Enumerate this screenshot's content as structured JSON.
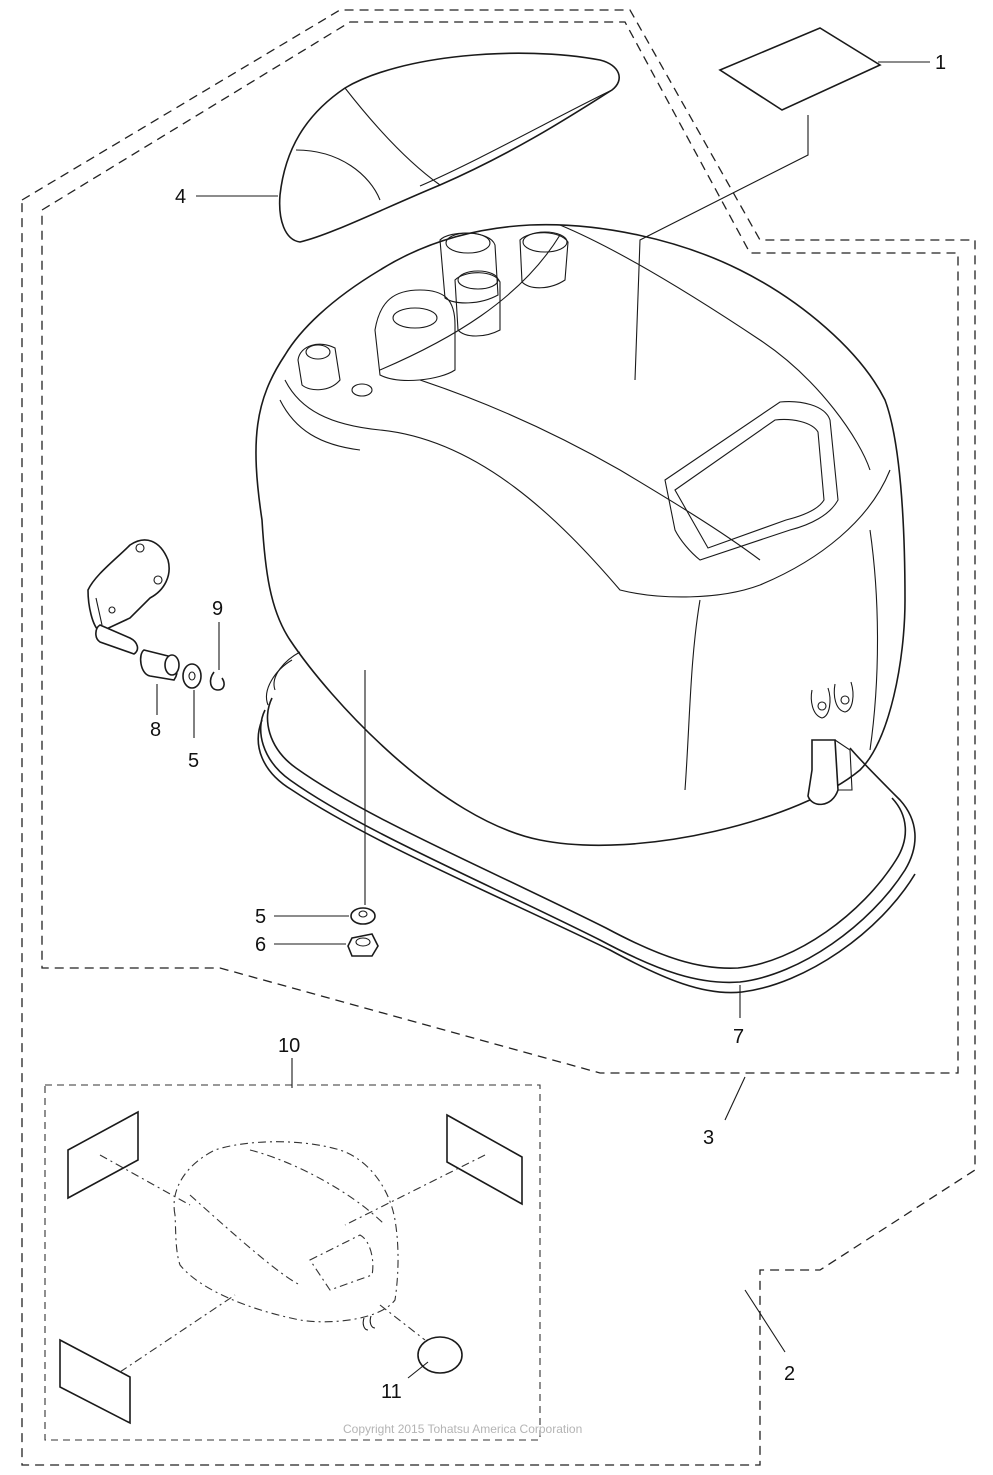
{
  "callouts": {
    "c1": "1",
    "c2": "2",
    "c3": "3",
    "c4": "4",
    "c5a": "5",
    "c5b": "5",
    "c6": "6",
    "c7": "7",
    "c8": "8",
    "c9": "9",
    "c10": "10",
    "c11": "11"
  },
  "copyright": "Copyright 2015 Tohatsu America Corporation"
}
